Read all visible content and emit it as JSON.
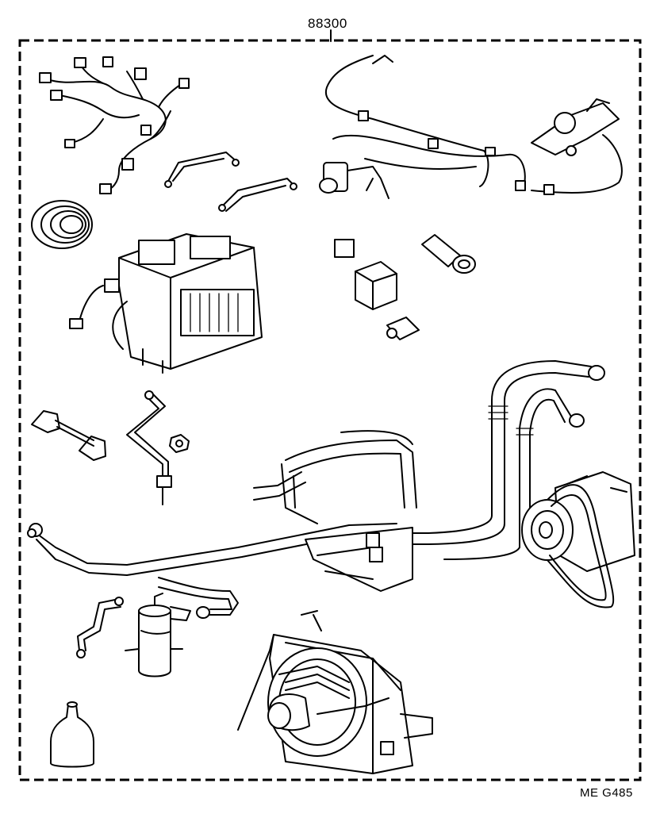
{
  "diagram": {
    "part_number": "88300",
    "catalog_code": "ME  G485",
    "colors": {
      "line": "#000000",
      "background": "#ffffff"
    },
    "components": [
      "wire-harness",
      "bracket",
      "bracket",
      "duct-boot",
      "heater-cooler-unit",
      "vacuum-hose-assembly",
      "vacuum-actuator",
      "vacuum-switching-valve",
      "relay",
      "amplifier",
      "thermistor",
      "pressure-switch",
      "bracket",
      "liquid-tube",
      "nut",
      "discharge-hose",
      "suction-hose",
      "compressor",
      "drive-belt",
      "receiver-dryer",
      "liquid-pipe",
      "condenser",
      "fan-motor",
      "refrigerant-oil-bottle"
    ]
  }
}
